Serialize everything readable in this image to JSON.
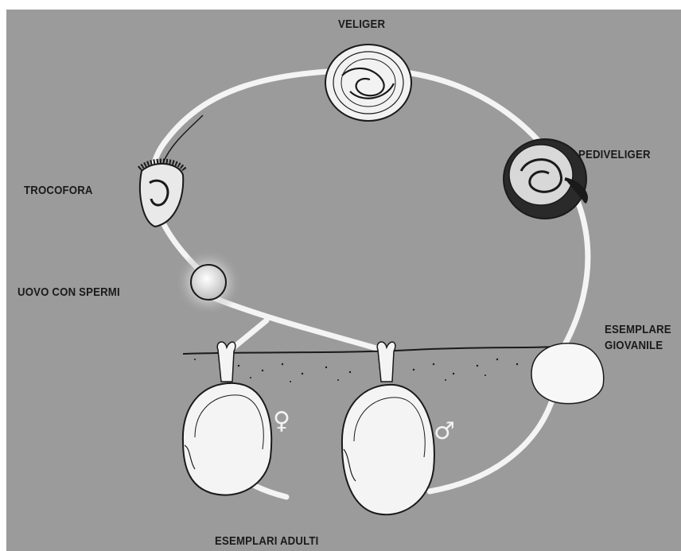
{
  "labels": {
    "veliger": "VELIGER",
    "pediveliger": "PEDIVELIGER",
    "trocofora": "TROCOFORA",
    "uovo": "UOVO CON SPERMI",
    "esemplare_line1": "ESEMPLARE",
    "esemplare_line2": "GIOVANILE",
    "adulti": "ESEMPLARI ADULTI"
  },
  "symbols": {
    "female": "♀",
    "male": "♂"
  },
  "colors": {
    "background": "#9b9b9b",
    "cycle_line": "#f4f4f4",
    "shell_fill": "#f7f7f7",
    "ink": "#1a1a1a"
  }
}
